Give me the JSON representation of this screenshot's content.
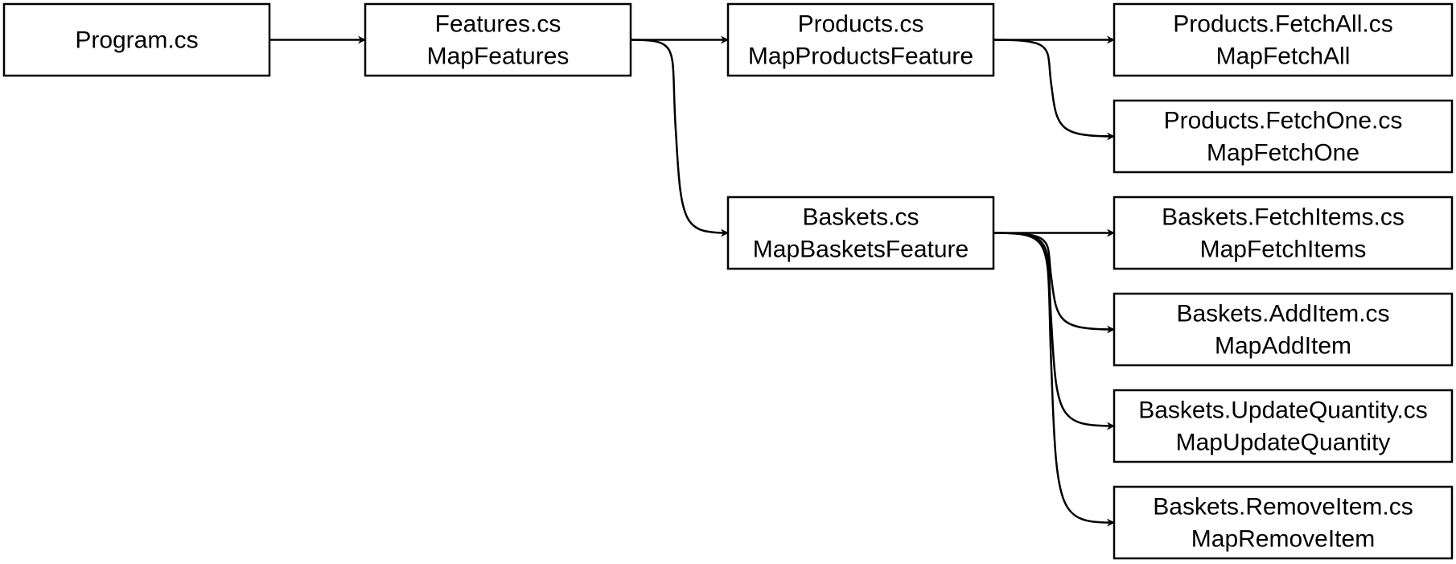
{
  "diagram": {
    "nodes": [
      {
        "id": "program",
        "lines": [
          "Program.cs"
        ]
      },
      {
        "id": "features",
        "lines": [
          "Features.cs",
          "MapFeatures"
        ]
      },
      {
        "id": "products",
        "lines": [
          "Products.cs",
          "MapProductsFeature"
        ]
      },
      {
        "id": "baskets",
        "lines": [
          "Baskets.cs",
          "MapBasketsFeature"
        ]
      },
      {
        "id": "fetchall",
        "lines": [
          "Products.FetchAll.cs",
          "MapFetchAll"
        ]
      },
      {
        "id": "fetchone",
        "lines": [
          "Products.FetchOne.cs",
          "MapFetchOne"
        ]
      },
      {
        "id": "fetchitems",
        "lines": [
          "Baskets.FetchItems.cs",
          "MapFetchItems"
        ]
      },
      {
        "id": "additem",
        "lines": [
          "Baskets.AddItem.cs",
          "MapAddItem"
        ]
      },
      {
        "id": "updatequantity",
        "lines": [
          "Baskets.UpdateQuantity.cs",
          "MapUpdateQuantity"
        ]
      },
      {
        "id": "removeitem",
        "lines": [
          "Baskets.RemoveItem.cs",
          "MapRemoveItem"
        ]
      }
    ],
    "edges": [
      {
        "from": "program",
        "to": "features"
      },
      {
        "from": "features",
        "to": "products"
      },
      {
        "from": "features",
        "to": "baskets"
      },
      {
        "from": "products",
        "to": "fetchall"
      },
      {
        "from": "products",
        "to": "fetchone"
      },
      {
        "from": "baskets",
        "to": "fetchitems"
      },
      {
        "from": "baskets",
        "to": "additem"
      },
      {
        "from": "baskets",
        "to": "updatequantity"
      },
      {
        "from": "baskets",
        "to": "removeitem"
      }
    ]
  }
}
